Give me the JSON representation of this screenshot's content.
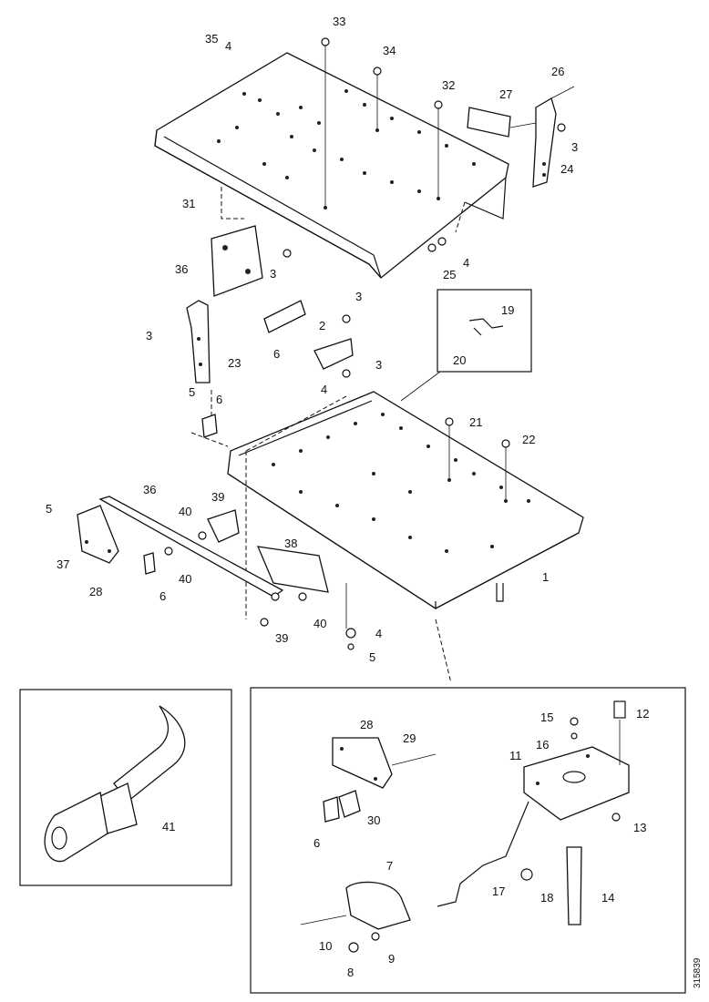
{
  "drawing_id": "315839",
  "callouts": [
    {
      "id": "c33",
      "text": "33"
    },
    {
      "id": "c35",
      "text": "35"
    },
    {
      "id": "c4a",
      "text": "4"
    },
    {
      "id": "c34",
      "text": "34"
    },
    {
      "id": "c32",
      "text": "32"
    },
    {
      "id": "c26",
      "text": "26"
    },
    {
      "id": "c27",
      "text": "27"
    },
    {
      "id": "c3a",
      "text": "3"
    },
    {
      "id": "c24",
      "text": "24"
    },
    {
      "id": "c31",
      "text": "31"
    },
    {
      "id": "c4b",
      "text": "4"
    },
    {
      "id": "c25",
      "text": "25"
    },
    {
      "id": "c36a",
      "text": "36"
    },
    {
      "id": "c3b",
      "text": "3"
    },
    {
      "id": "c3c",
      "text": "3"
    },
    {
      "id": "c19",
      "text": "19"
    },
    {
      "id": "c20",
      "text": "20"
    },
    {
      "id": "c2",
      "text": "2"
    },
    {
      "id": "c3d",
      "text": "3"
    },
    {
      "id": "c6a",
      "text": "6"
    },
    {
      "id": "c23",
      "text": "23"
    },
    {
      "id": "c5a",
      "text": "5"
    },
    {
      "id": "c3e",
      "text": "3"
    },
    {
      "id": "c4c",
      "text": "4"
    },
    {
      "id": "c6b",
      "text": "6"
    },
    {
      "id": "c21",
      "text": "21"
    },
    {
      "id": "c22",
      "text": "22"
    },
    {
      "id": "c36b",
      "text": "36"
    },
    {
      "id": "c5b",
      "text": "5"
    },
    {
      "id": "c39a",
      "text": "39"
    },
    {
      "id": "c40a",
      "text": "40"
    },
    {
      "id": "c37",
      "text": "37"
    },
    {
      "id": "c28a",
      "text": "28"
    },
    {
      "id": "c40b",
      "text": "40"
    },
    {
      "id": "c6c",
      "text": "6"
    },
    {
      "id": "c38",
      "text": "38"
    },
    {
      "id": "c1",
      "text": "1"
    },
    {
      "id": "c40c",
      "text": "40"
    },
    {
      "id": "c39b",
      "text": "39"
    },
    {
      "id": "c4d",
      "text": "4"
    },
    {
      "id": "c5c",
      "text": "5"
    },
    {
      "id": "c41",
      "text": "41"
    },
    {
      "id": "c28b",
      "text": "28"
    },
    {
      "id": "c29",
      "text": "29"
    },
    {
      "id": "c15",
      "text": "15"
    },
    {
      "id": "c12",
      "text": "12"
    },
    {
      "id": "c16",
      "text": "16"
    },
    {
      "id": "c11",
      "text": "11"
    },
    {
      "id": "c30",
      "text": "30"
    },
    {
      "id": "c6d",
      "text": "6"
    },
    {
      "id": "c13",
      "text": "13"
    },
    {
      "id": "c7",
      "text": "7"
    },
    {
      "id": "c17",
      "text": "17"
    },
    {
      "id": "c18",
      "text": "18"
    },
    {
      "id": "c14",
      "text": "14"
    },
    {
      "id": "c10",
      "text": "10"
    },
    {
      "id": "c9",
      "text": "9"
    },
    {
      "id": "c8",
      "text": "8"
    }
  ]
}
